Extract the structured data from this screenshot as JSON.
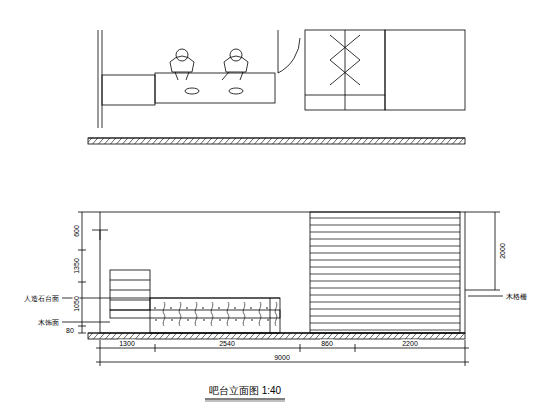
{
  "diagram": {
    "title": "吧台立面图 1:40",
    "labels": [
      "600",
      "1350",
      "1050",
      "80",
      "人造石台面",
      "木饰面",
      "2000",
      "木格栅",
      "1300",
      "2540",
      "860",
      "2200",
      "9000"
    ]
  }
}
